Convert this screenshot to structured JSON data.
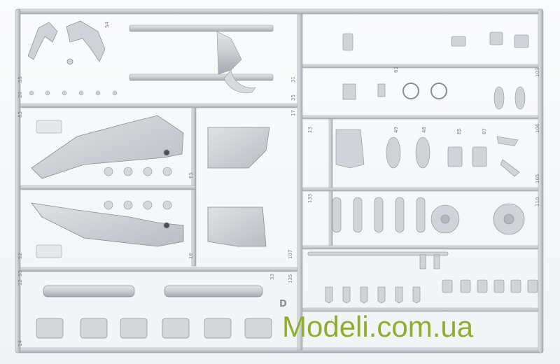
{
  "watermark_text": "Modeli.com.ua",
  "sprue_letter": "D",
  "colors": {
    "plastic": "#c9cdd1",
    "plastic_dark": "#9ca2a8",
    "plastic_light": "#e3e6e9",
    "watermark": "#8fae2e",
    "background": "#f6f7f8"
  },
  "part_numbers": {
    "n54": "54",
    "n55": "55",
    "n20": "20",
    "n63": "63",
    "n31": "31",
    "n35": "35",
    "n17": "17",
    "n52": "52",
    "n53": "53",
    "n12": "12",
    "n65": "65",
    "n16": "16",
    "n33": "33",
    "n14": "14",
    "n48": "48",
    "n49": "49",
    "n62": "62",
    "n13": "13",
    "n103": "103",
    "n106": "106",
    "n105": "105",
    "n107": "107",
    "n135": "135",
    "n133": "133",
    "n110": "110",
    "n85": "85",
    "n87": "87"
  }
}
